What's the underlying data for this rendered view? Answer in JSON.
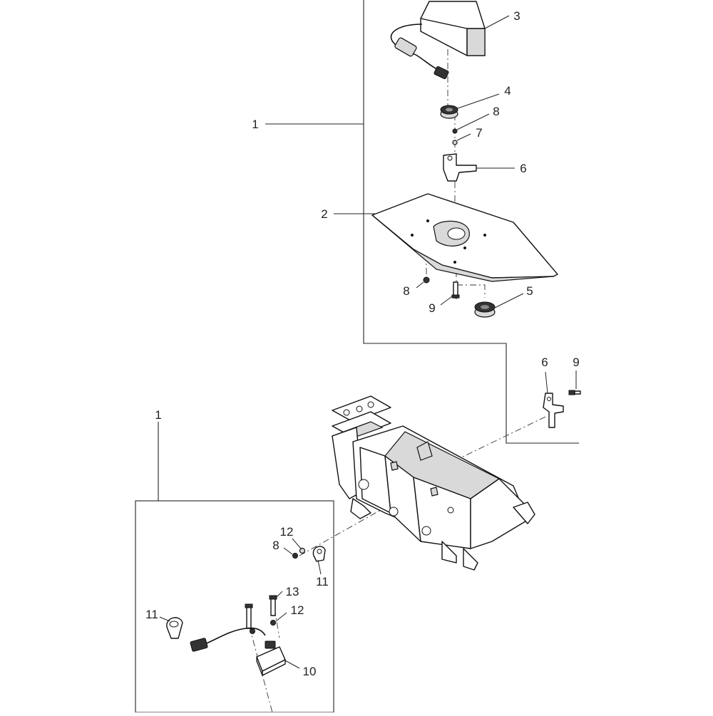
{
  "callouts": {
    "c1_top": "1",
    "c2": "2",
    "c3": "3",
    "c4": "4",
    "c5": "5",
    "c6_top": "6",
    "c7": "7",
    "c8_top": "8",
    "c8_mid": "8",
    "c9_mid": "9",
    "c6_right": "6",
    "c9_right": "9",
    "c1_bottom": "1",
    "c12_upper": "12",
    "c8_lower": "8",
    "c11_right": "11",
    "c13": "13",
    "c12_lower": "12",
    "c11_left": "11",
    "c10": "10"
  }
}
